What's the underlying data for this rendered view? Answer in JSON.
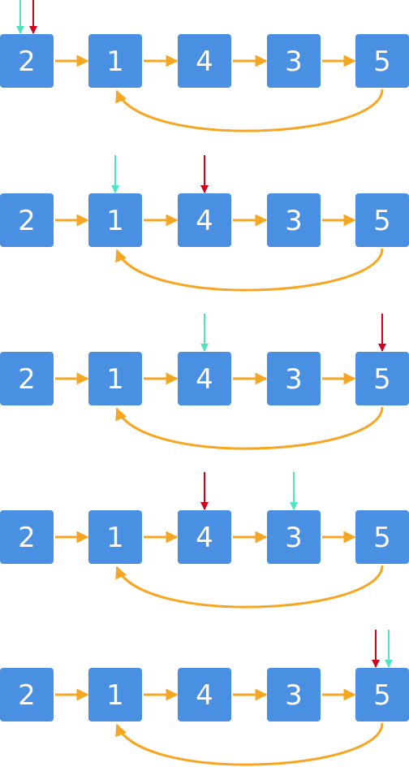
{
  "colors": {
    "node_fill": "#4a90e2",
    "node_text": "#ffffff",
    "link_arrow": "#f5a623",
    "slow_pointer": "#50e3c2",
    "fast_pointer": "#d0021b",
    "background": "#ffffff"
  },
  "rows": [
    {
      "nodes": [
        "2",
        "1",
        "4",
        "3",
        "5"
      ],
      "cycle_from_index": 4,
      "cycle_to_index": 1,
      "slow_pointer_index": 0,
      "fast_pointer_index": 0
    },
    {
      "nodes": [
        "2",
        "1",
        "4",
        "3",
        "5"
      ],
      "cycle_from_index": 4,
      "cycle_to_index": 1,
      "slow_pointer_index": 1,
      "fast_pointer_index": 2
    },
    {
      "nodes": [
        "2",
        "1",
        "4",
        "3",
        "5"
      ],
      "cycle_from_index": 4,
      "cycle_to_index": 1,
      "slow_pointer_index": 2,
      "fast_pointer_index": 4
    },
    {
      "nodes": [
        "2",
        "1",
        "4",
        "3",
        "5"
      ],
      "cycle_from_index": 4,
      "cycle_to_index": 1,
      "slow_pointer_index": 3,
      "fast_pointer_index": 2
    },
    {
      "nodes": [
        "2",
        "1",
        "4",
        "3",
        "5"
      ],
      "cycle_from_index": 4,
      "cycle_to_index": 1,
      "slow_pointer_index": 4,
      "fast_pointer_index": 4
    }
  ]
}
